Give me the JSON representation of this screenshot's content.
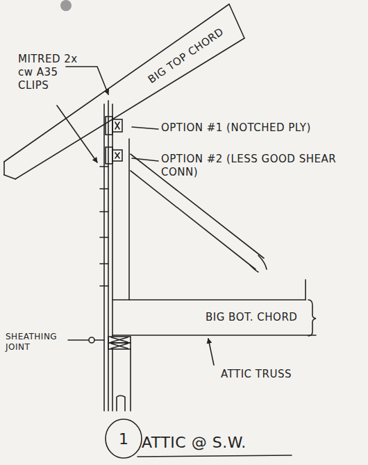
{
  "diagram": {
    "title": "ATTIC @ S.W.",
    "nodes": [
      {
        "text": [
          "1"
        ]
      }
    ],
    "labels": [
      "MITRED 2x cw A35 CLIPS",
      "BIG TOP CHORD",
      "OPTION #1 (NOTCHED PLY)",
      "OPTION #2 (LESS GOOD SHEAR CONN)",
      "BIG BOT. CHORD",
      "ATTIC TRUSS",
      "SHEATHING JOINT"
    ]
  }
}
